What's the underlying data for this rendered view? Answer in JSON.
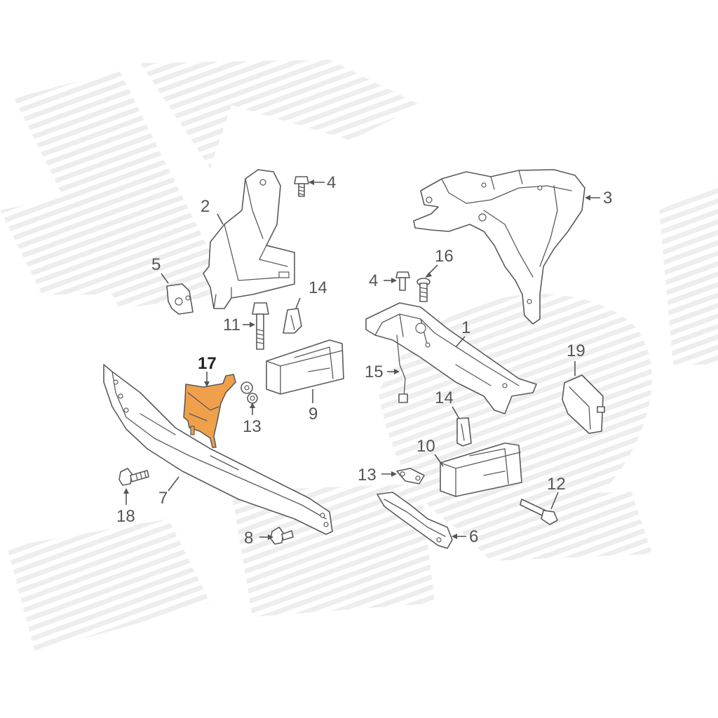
{
  "diagram": {
    "highlight_color": "#f0a04b",
    "line_color": "#5a5a5a",
    "labels": [
      {
        "id": "p1",
        "text": "1"
      },
      {
        "id": "p2",
        "text": "2"
      },
      {
        "id": "p3",
        "text": "3"
      },
      {
        "id": "p4a",
        "text": "4"
      },
      {
        "id": "p4b",
        "text": "4"
      },
      {
        "id": "p5",
        "text": "5"
      },
      {
        "id": "p6",
        "text": "6"
      },
      {
        "id": "p7",
        "text": "7"
      },
      {
        "id": "p8",
        "text": "8"
      },
      {
        "id": "p9",
        "text": "9"
      },
      {
        "id": "p10",
        "text": "10"
      },
      {
        "id": "p11",
        "text": "11"
      },
      {
        "id": "p12",
        "text": "12"
      },
      {
        "id": "p13a",
        "text": "13"
      },
      {
        "id": "p13b",
        "text": "13"
      },
      {
        "id": "p14a",
        "text": "14"
      },
      {
        "id": "p14b",
        "text": "14"
      },
      {
        "id": "p15",
        "text": "15"
      },
      {
        "id": "p16",
        "text": "16"
      },
      {
        "id": "p17",
        "text": "17"
      },
      {
        "id": "p18",
        "text": "18"
      },
      {
        "id": "p19",
        "text": "19"
      }
    ]
  }
}
